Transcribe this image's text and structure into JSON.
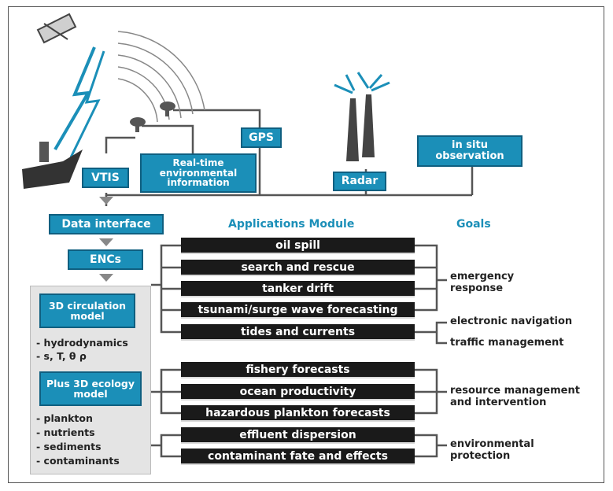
{
  "sources": {
    "gps": "GPS",
    "vtis": "VTIS",
    "realtime": "Real-time environmental information",
    "radar": "Radar",
    "insitu": "in situ observation"
  },
  "pipeline": {
    "data_interface": "Data interface",
    "encs": "ENCs"
  },
  "headers": {
    "applications": "Applications Module",
    "goals": "Goals"
  },
  "models": {
    "circulation": "3D circulation model",
    "circulation_items": [
      "- hydrodynamics",
      "- s, T, θ ρ"
    ],
    "ecology": "Plus 3D ecology model",
    "ecology_items": [
      "- plankton",
      "- nutrients",
      "- sediments",
      "- contaminants"
    ]
  },
  "applications": [
    "oil spill",
    "search and rescue",
    "tanker drift",
    "tsunami/surge wave forecasting",
    "tides and currents",
    "fishery forecasts",
    "ocean productivity",
    "hazardous plankton forecasts",
    "effluent dispersion",
    "contaminant fate and effects"
  ],
  "goals": {
    "emergency": "emergency response",
    "navigation": "electronic navigation",
    "traffic": "traffic management",
    "resource": "resource management and intervention",
    "environmental": "environmental protection"
  }
}
